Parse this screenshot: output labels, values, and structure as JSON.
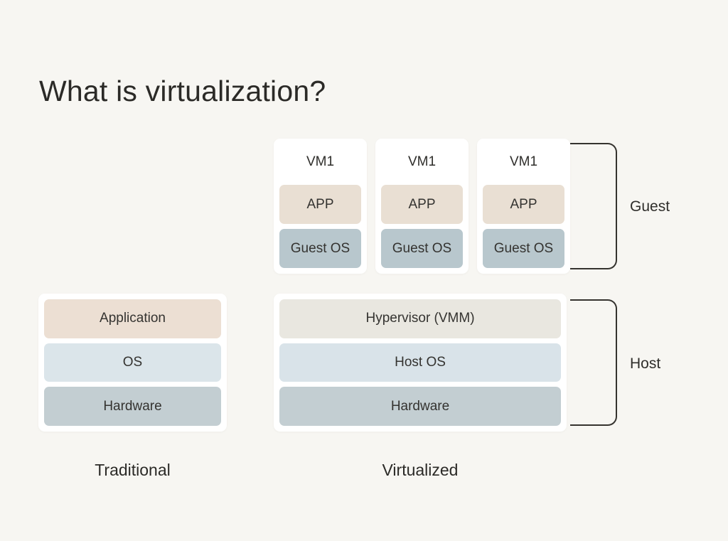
{
  "title": "What is virtualization?",
  "diagram": {
    "vm_cards": [
      {
        "name": "VM1",
        "app": "APP",
        "os": "Guest OS"
      },
      {
        "name": "VM1",
        "app": "APP",
        "os": "Guest OS"
      },
      {
        "name": "VM1",
        "app": "APP",
        "os": "Guest OS"
      }
    ],
    "guest_bracket_label": "Guest",
    "host_bracket_label": "Host",
    "traditional_stack": {
      "layers": [
        "Application",
        "OS",
        "Hardware"
      ],
      "caption": "Traditional"
    },
    "virtualized_stack": {
      "layers": [
        "Hypervisor (VMM)",
        "Host OS",
        "Hardware"
      ],
      "caption": "Virtualized"
    }
  },
  "colors": {
    "background": "#f7f6f2",
    "card_white": "#ffffff",
    "app_beige": "#e9dfd3",
    "guest_os_blue_gray": "#b8c7cd",
    "application_beige": "#ecdfd3",
    "os_light_blue": "#dbe5ea",
    "hardware_gray_blue": "#c3ced2",
    "hypervisor_greige": "#e9e7e0",
    "host_os_light_blue": "#d9e3e9",
    "text": "#2f2e2b",
    "bracket_line": "#35332f"
  }
}
